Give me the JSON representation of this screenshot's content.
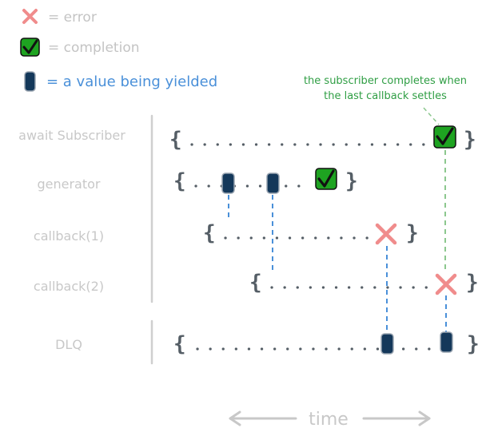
{
  "legend": {
    "error": "= error",
    "completion": "= completion",
    "value": "= a value being yielded"
  },
  "note": {
    "line1": "the subscriber completes when",
    "line2": "the last callback settles"
  },
  "rows": [
    {
      "label": "await Subscriber"
    },
    {
      "label": "generator"
    },
    {
      "label": "callback(1)"
    },
    {
      "label": "callback(2)"
    },
    {
      "label": "DLQ"
    }
  ],
  "axis": {
    "label": "time"
  },
  "colors": {
    "error": "#f08c8c",
    "completion": "#1ea321",
    "value": "#14385a",
    "dashed_blue": "#4a90d9",
    "dashed_green": "#8cc78e",
    "label_gray": "#c8c8c8"
  },
  "icons": {
    "error": "cross-icon",
    "completion": "checkmark-icon",
    "value": "value-marble-icon"
  }
}
